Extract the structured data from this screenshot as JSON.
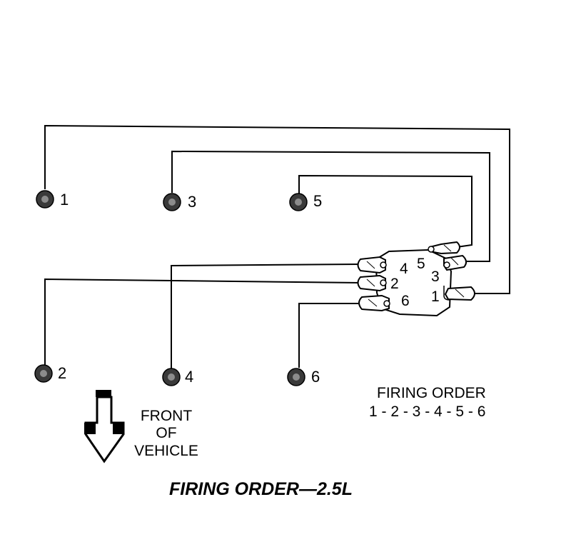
{
  "plugs": [
    {
      "label": "1"
    },
    {
      "label": "3"
    },
    {
      "label": "5"
    },
    {
      "label": "2"
    },
    {
      "label": "4"
    },
    {
      "label": "6"
    }
  ],
  "cap_labels": [
    "4",
    "5",
    "2",
    "3",
    "6",
    "1"
  ],
  "firing_order": {
    "heading": "FIRING ORDER",
    "sequence": "1 - 2 - 3 - 4 - 5 - 6"
  },
  "front": {
    "line1": "FRONT",
    "line2": "OF",
    "line3": "VEHICLE"
  },
  "caption": "FIRING ORDER—2.5L"
}
